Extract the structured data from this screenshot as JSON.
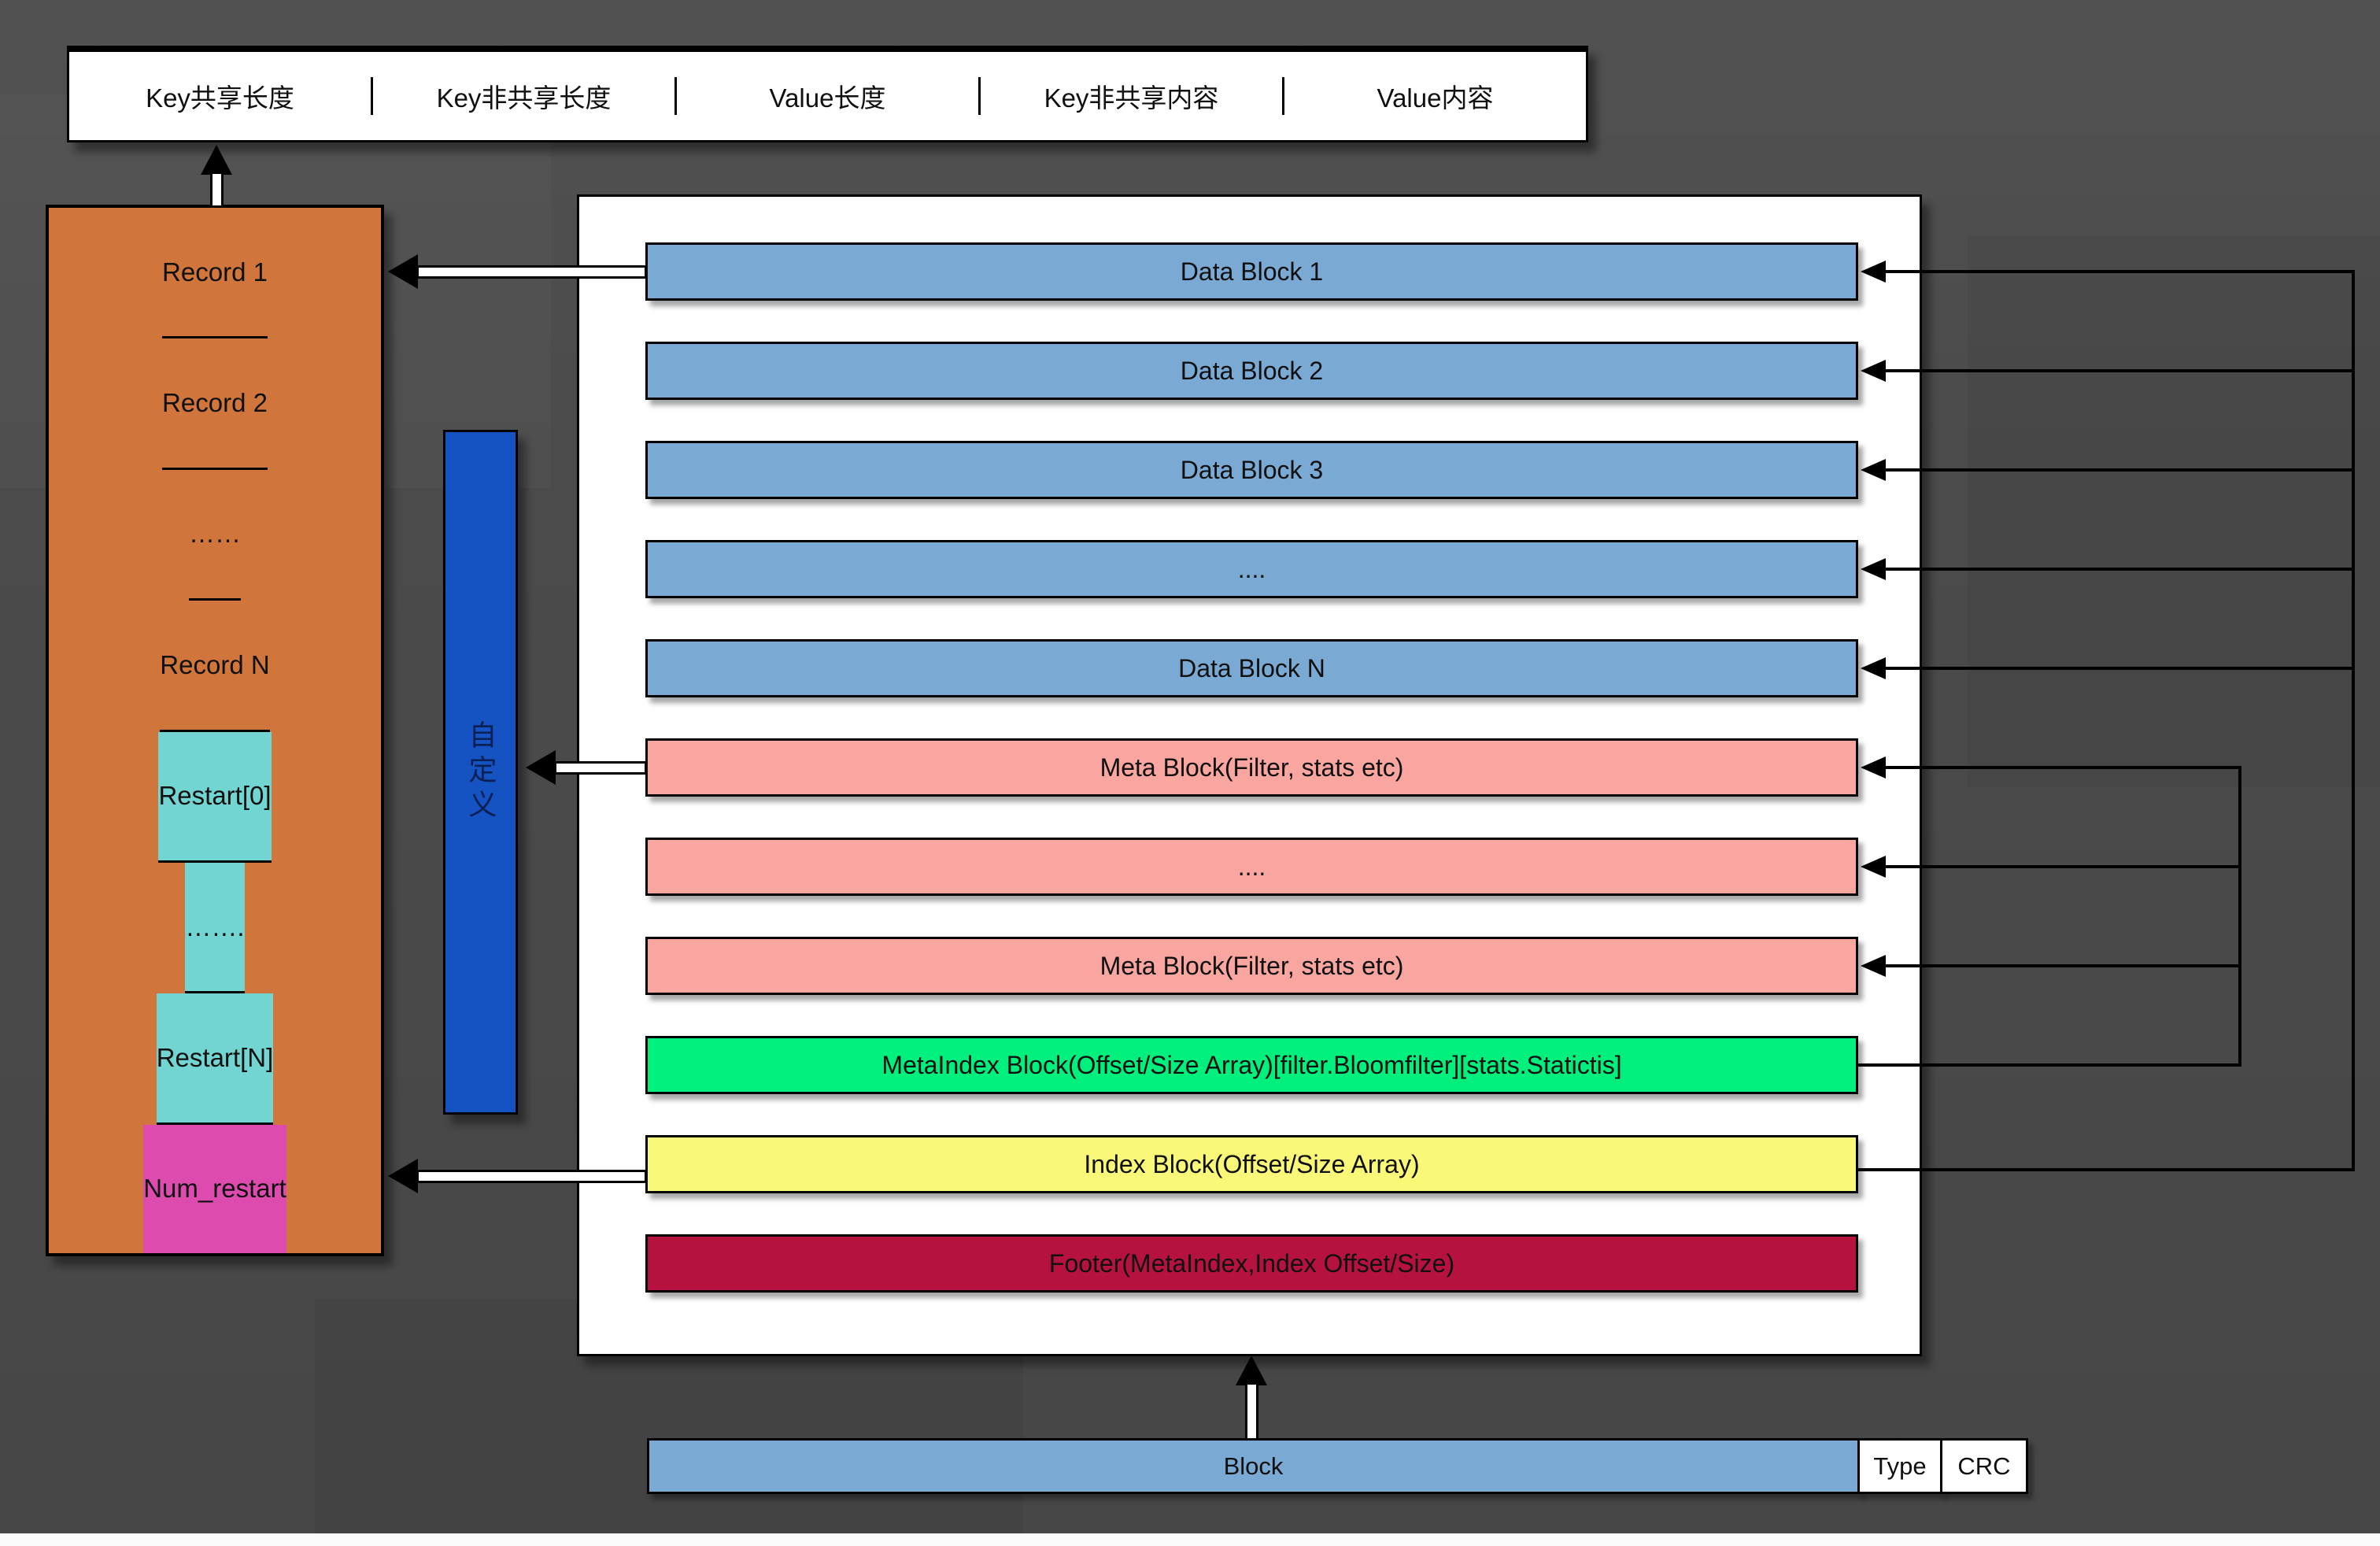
{
  "record_format": {
    "fields": [
      "Key共享长度",
      "Key非共享长度",
      "Value长度",
      "Key非共享内容",
      "Value内容"
    ]
  },
  "block_layout": {
    "rows": [
      "Record 1",
      "Record 2",
      "……",
      "Record N",
      "Restart[0]",
      "…….",
      "Restart[N]",
      "Num_restart"
    ]
  },
  "custom_bar": {
    "label": "自定义"
  },
  "sstable": {
    "rows": [
      "Data Block 1",
      "Data Block 2",
      "Data Block 3",
      "....",
      "Data Block N",
      "Meta Block(Filter, stats etc)",
      "....",
      "Meta Block(Filter, stats etc)",
      "MetaIndex Block(Offset/Size Array)[filter.Bloomfilter][stats.Statictis]",
      "Index Block(Offset/Size Array)",
      "Footer(MetaIndex,Index Offset/Size)"
    ]
  },
  "bottom_row": {
    "block": "Block",
    "type": "Type",
    "crc": "CRC"
  },
  "colors": {
    "background": "#4b4b4b",
    "record_orange": "#d0763c",
    "restart_teal": "#72d5d2",
    "num_restart_magenta": "#dd4bae",
    "custom_bar_blue": "#1453c1",
    "data_block_blue": "#7aa9d4",
    "meta_block_pink": "#f9a6a1",
    "metaindex_green": "#00ef7d",
    "index_yellow": "#f9f878",
    "footer_crimson": "#b5123f",
    "panel_white": "#ffffff"
  }
}
